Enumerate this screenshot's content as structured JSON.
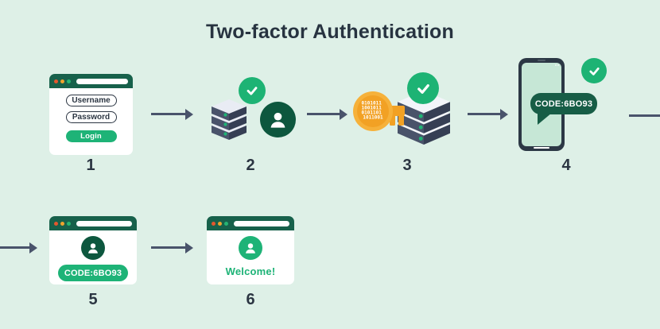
{
  "title": "Two-factor Authentication",
  "steps": [
    {
      "number": "1",
      "name": "login-form"
    },
    {
      "number": "2",
      "name": "server-receives-credentials"
    },
    {
      "number": "3",
      "name": "server-generates-token"
    },
    {
      "number": "4",
      "name": "code-sent-to-phone"
    },
    {
      "number": "5",
      "name": "user-enters-code"
    },
    {
      "number": "6",
      "name": "welcome-success"
    }
  ],
  "login_window": {
    "username_label": "Username",
    "password_label": "Password",
    "login_button_label": "Login"
  },
  "key": {
    "binary_lines": [
      "0101011",
      "1001011",
      "0101101",
      "1011001"
    ]
  },
  "phone": {
    "code": "CODE:6BO93"
  },
  "code_window": {
    "code": "CODE:6BO93"
  },
  "welcome_window": {
    "text": "Welcome!"
  },
  "icons": {
    "check": "checkmark-in-circle",
    "user": "person-silhouette-in-circle",
    "key": "binary-code-key",
    "server": "isometric-server-stack",
    "phone": "smartphone-with-sms-bubble",
    "browser": "browser-window",
    "arrow": "right-arrow"
  },
  "colors": {
    "background": "#def0e7",
    "ink": "#2b3542",
    "title": "#273340",
    "arrow_slate": "#49536b",
    "browser_bar_green": "#17614b",
    "deep_green": "#0d573e",
    "bubble_green": "#175d46",
    "bright_green": "#1eb377",
    "check_green": "#1db374",
    "key_orange": "#f2a124",
    "key_orange_light": "#f6b13a",
    "dot_red": "#e4572e",
    "dot_orange": "#efa32d",
    "dot_green": "#27b473",
    "server_top": "#e9ecf4",
    "server_face_dark": "#49536a",
    "server_face_darker": "#363f54",
    "phone_body": "#2c3845",
    "phone_screen": "#c6e7d6"
  }
}
